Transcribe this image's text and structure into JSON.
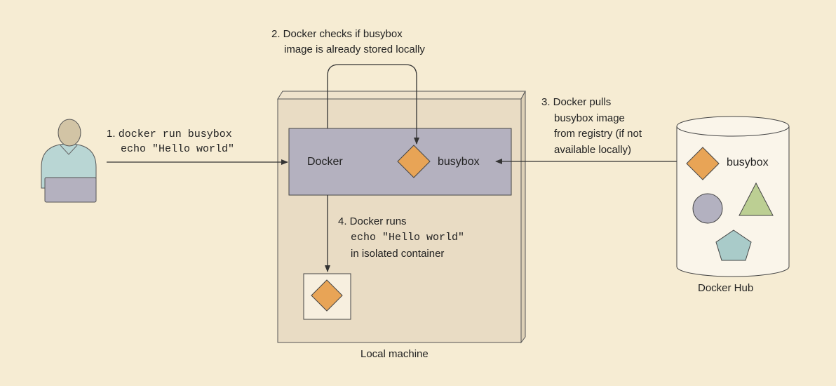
{
  "steps": {
    "step1": {
      "number": "1.",
      "line1": "docker run busybox",
      "line2": "echo \"Hello world\""
    },
    "step2": {
      "line1": "2. Docker checks if busybox",
      "line2": "image is already stored locally"
    },
    "step3": {
      "line1": "3. Docker pulls",
      "line2": "busybox image",
      "line3": "from registry (if not",
      "line4": "available locally)"
    },
    "step4": {
      "line1": "4. Docker runs",
      "line2": "echo \"Hello world\"",
      "line3": "in isolated container"
    }
  },
  "local_machine": {
    "caption": "Local machine",
    "docker_label": "Docker",
    "image_label": "busybox"
  },
  "docker_hub": {
    "caption": "Docker Hub",
    "image_label": "busybox",
    "shapes": [
      "diamond-icon",
      "circle-icon",
      "triangle-icon",
      "pentagon-icon"
    ]
  },
  "colors": {
    "background": "#f6ecd3",
    "machine_fill": "#e9dcc4",
    "docker_box_fill": "#b4b1bf",
    "diamond": "#e8a456",
    "circle": "#b3b1c0",
    "triangle": "#bccf93",
    "pentagon": "#a9cbc9",
    "person_body": "#b9d6d4",
    "person_head": "#d2c4a5"
  }
}
